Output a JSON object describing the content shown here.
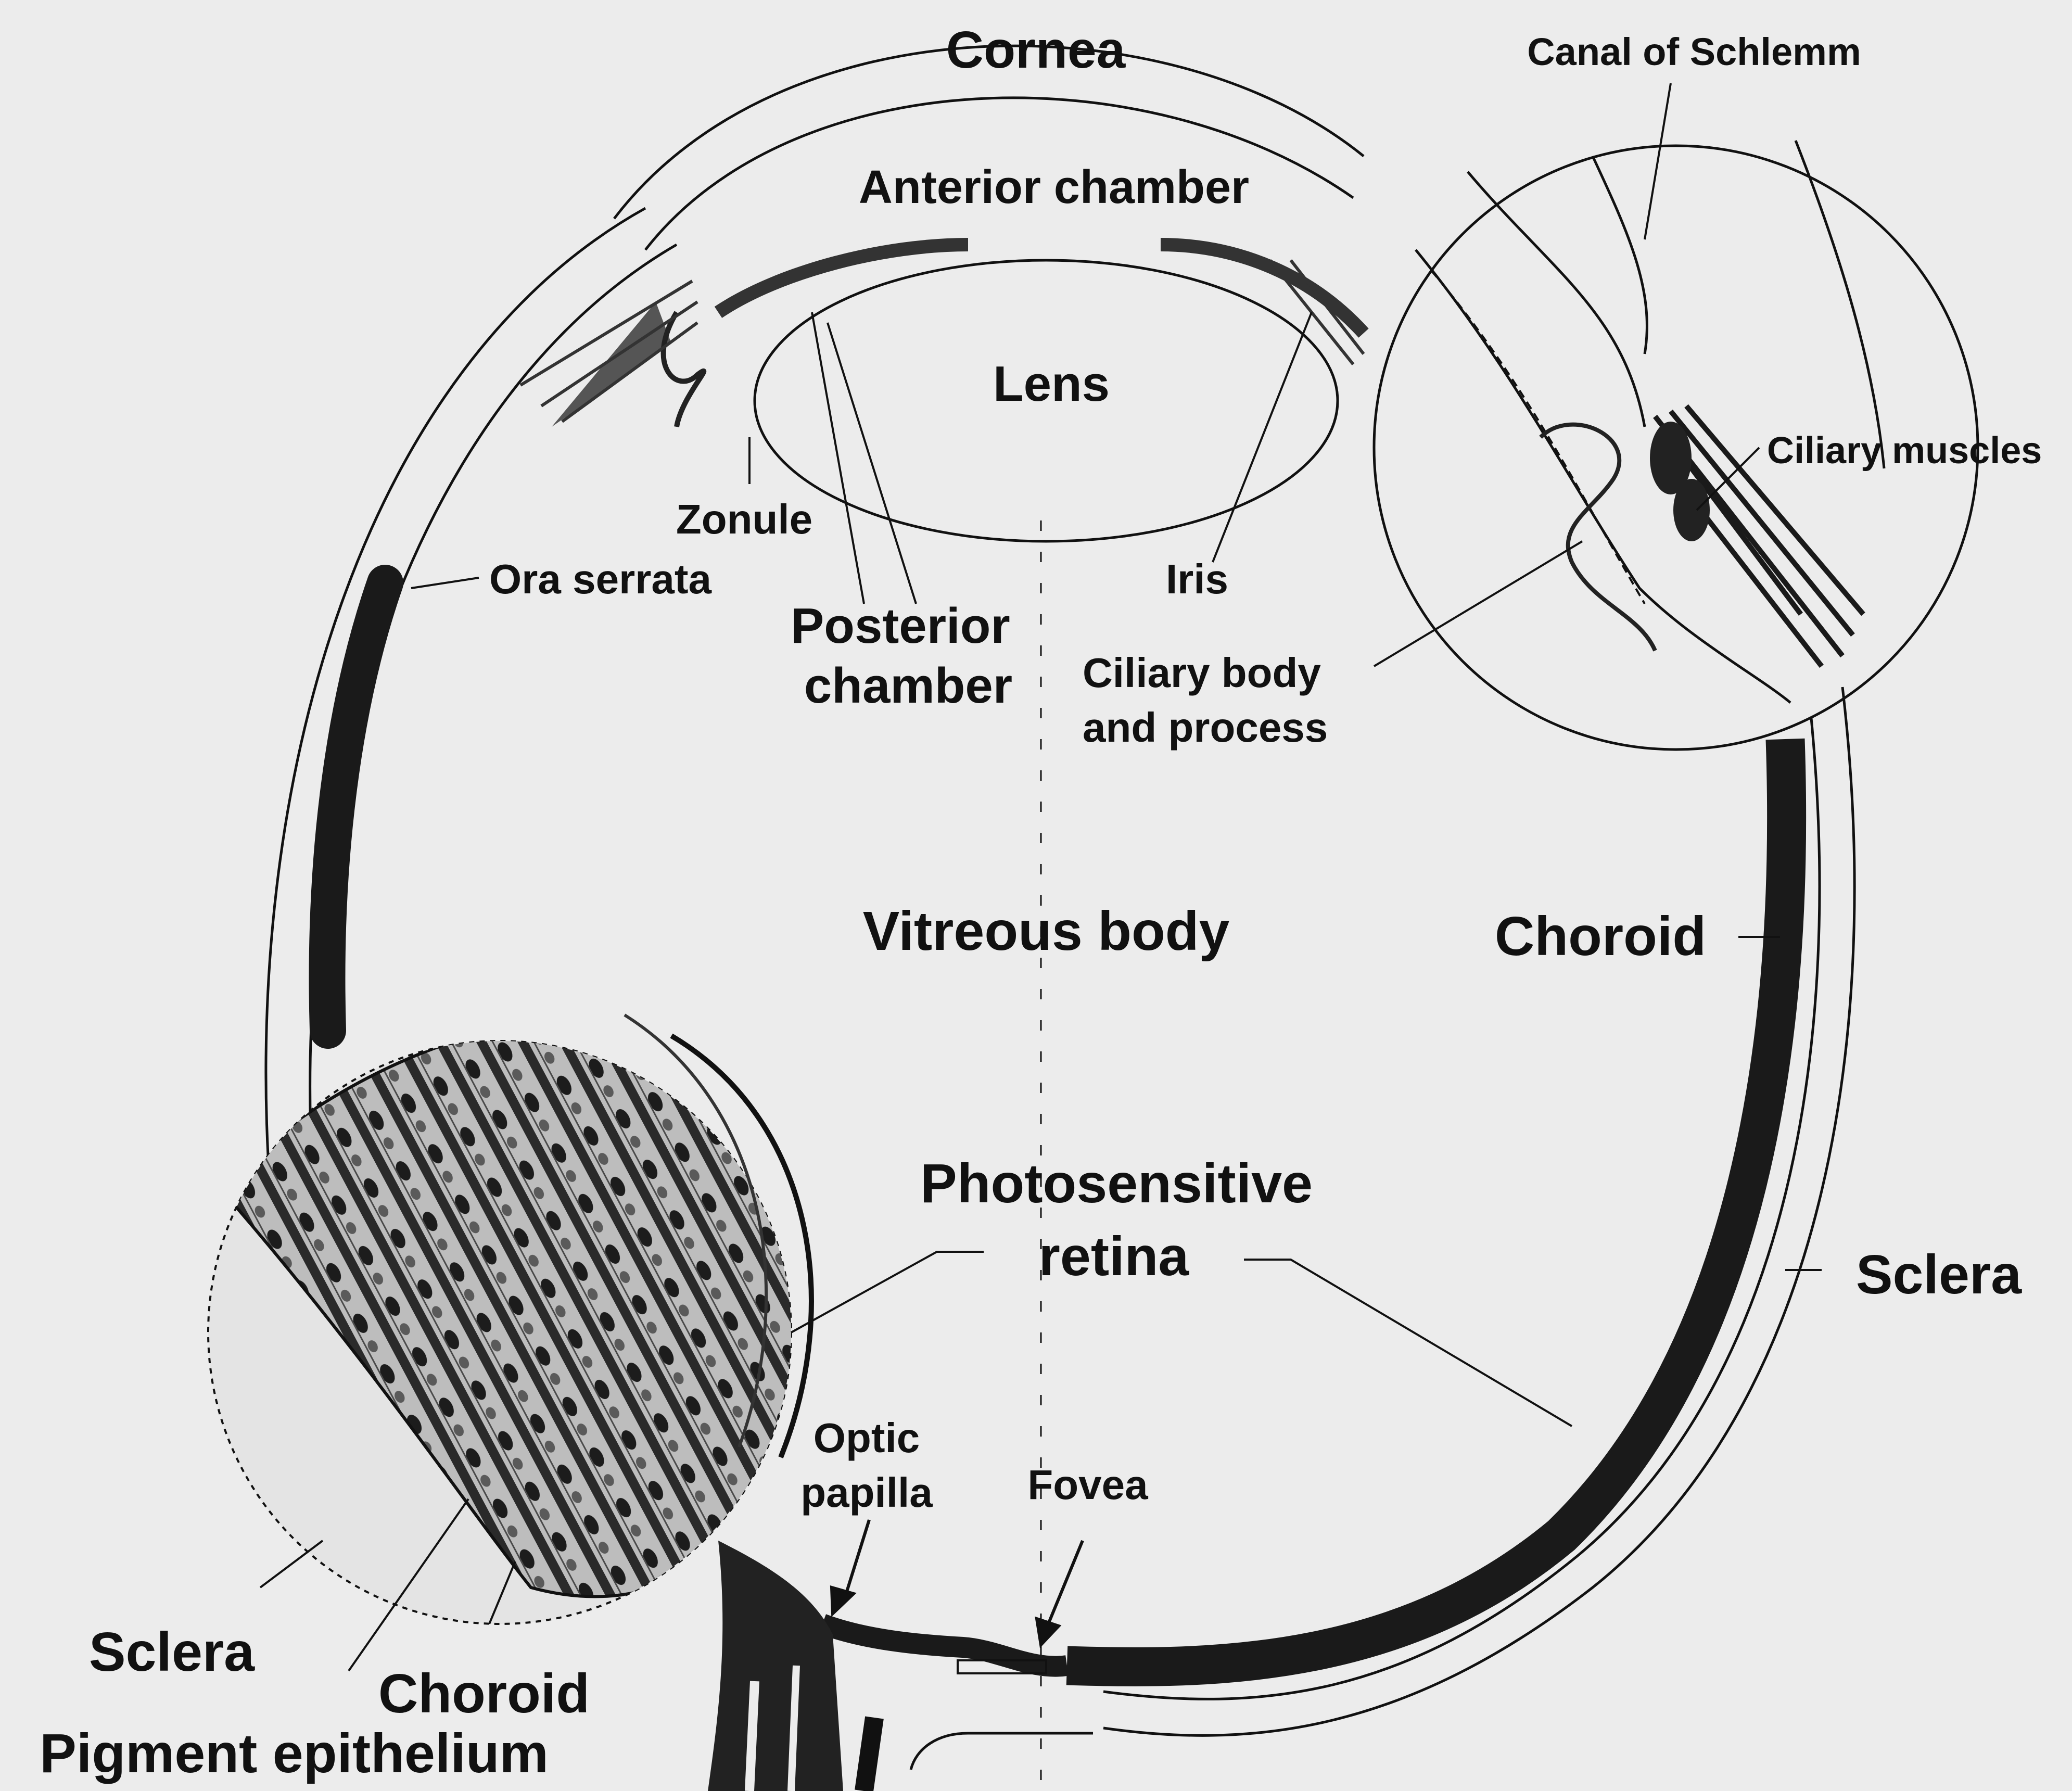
{
  "diagram": {
    "title": "",
    "labels": {
      "cornea": "Cornea",
      "canal_of_schlemm": "Canal of Schlemm",
      "anterior_chamber": "Anterior chamber",
      "lens": "Lens",
      "ciliary_muscles": "Ciliary muscles",
      "zonule": "Zonule",
      "ora_serrata": "Ora serrata",
      "iris": "Iris",
      "posterior_chamber_1": "Posterior",
      "posterior_chamber_2": "chamber",
      "ciliary_body_1": "Ciliary body",
      "ciliary_body_2": "and process",
      "vitreous_body": "Vitreous body",
      "choroid_right": "Choroid",
      "photosensitive_1": "Photosensitive",
      "photosensitive_2": "retina",
      "sclera_right": "Sclera",
      "optic_papilla_1": "Optic",
      "optic_papilla_2": "papilla",
      "fovea": "Fovea",
      "sclera_left": "Sclera",
      "choroid_left": "Choroid",
      "pigment_epithelium": "Pigment epithelium"
    },
    "colors": {
      "background": "#ececec",
      "ink": "#111111",
      "tissue_dark": "#1a1a1a",
      "tissue_gray": "#6f6f6f"
    }
  }
}
